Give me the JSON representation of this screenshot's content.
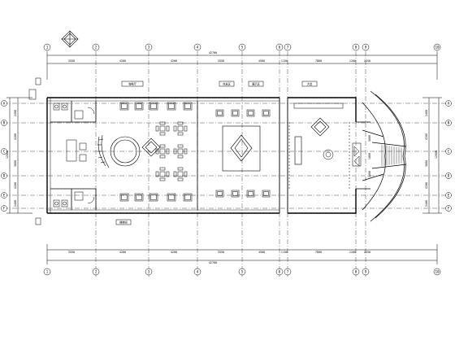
{
  "drawing": {
    "axes_top": [
      "1",
      "2",
      "3",
      "4",
      "5",
      "6",
      "7",
      "8",
      "9",
      "10"
    ],
    "axes_left": [
      "A",
      "B",
      "C",
      "D",
      "E",
      "F"
    ],
    "axes_right": [
      "A",
      "B",
      "C",
      "D",
      "E",
      "F"
    ],
    "top_dims": [
      "3550",
      "4200",
      "4200",
      "3550",
      "4500",
      "1150",
      "7800",
      "1200",
      "2250"
    ],
    "top_total": "42700",
    "bottom_dims": [
      "3550",
      "4200",
      "4200",
      "3550",
      "4500",
      "1150",
      "7800",
      "1200",
      "2250"
    ],
    "bottom_total": "42700",
    "left_dims": [
      "2400",
      "4200",
      "3600",
      "4200",
      "2400"
    ],
    "left_total": "12000",
    "right_dims": [
      "2400",
      "4200",
      "3600",
      "4200",
      "2400"
    ],
    "right_total": "12000",
    "room_tags": [
      "咖啡厅",
      "休息区",
      "展示区",
      "大堂",
      "楼梯间"
    ],
    "inner_dims": [
      "3600",
      "1800",
      "3600"
    ]
  }
}
